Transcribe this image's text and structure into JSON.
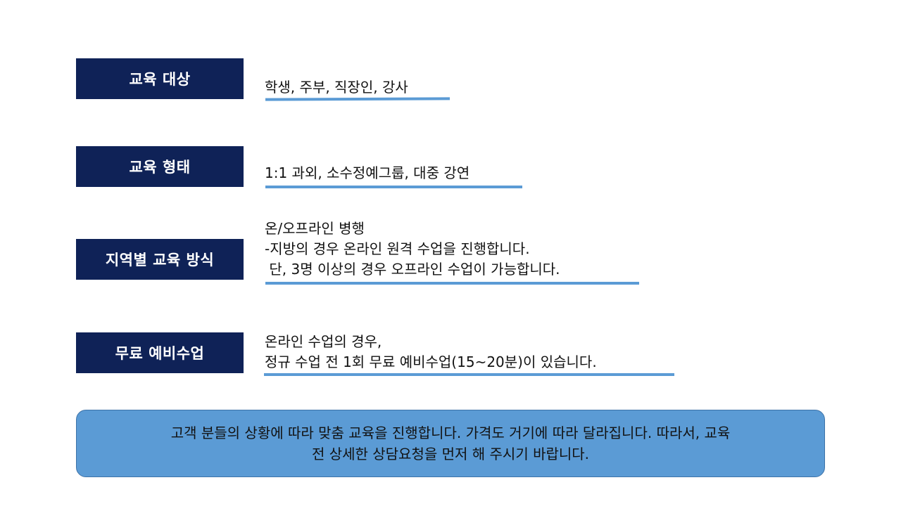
{
  "rows": [
    {
      "label": "교육 대상",
      "lines": [
        "학생, 주부, 직장인, 강사"
      ]
    },
    {
      "label": "교육 형태",
      "lines": [
        "1:1 과외, 소수정예그룹, 대중 강연"
      ]
    },
    {
      "label": "지역별 교육 방식",
      "lines": [
        "온/오프라인 병행",
        "-지방의 경우 온라인 원격 수업을 진행합니다.",
        " 단, 3명 이상의 경우 오프라인 수업이 가능합니다."
      ]
    },
    {
      "label": "무료 예비수업",
      "lines": [
        "온라인 수업의 경우,",
        "정규 수업 전 1회 무료 예비수업(15~20분)이 있습니다."
      ]
    }
  ],
  "notice": {
    "lines": [
      "고객 분들의 상황에 따라 맞춤 교육을 진행합니다. 가격도 거기에 따라 달라집니다. 따라서, 교육",
      "전 상세한 상담요청을 먼저 해 주시기 바랍니다."
    ]
  },
  "colors": {
    "label_bg": "#0f2257",
    "accent": "#5b9bd5"
  }
}
